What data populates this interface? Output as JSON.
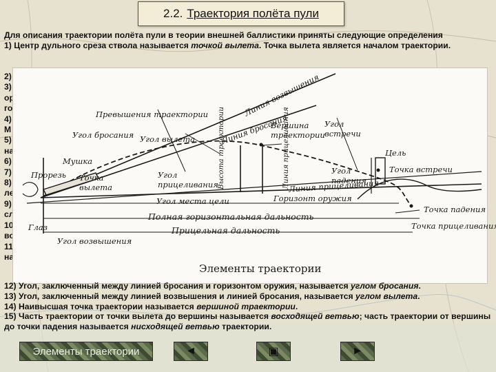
{
  "header": {
    "number": "2.2.",
    "title": "Траектория полёта пули"
  },
  "intro": {
    "line1": "Для описания траектории полёта пули в теории внешней баллистики приняты следующие определения",
    "item1_a": "1) Центр дульного среза ствола называется ",
    "item1_term": "точкой вылета",
    "item1_b": ". Точка вылета является началом траектории."
  },
  "hidden_items": [
    "2)",
    "3)",
    "ор",
    "го",
    "4)",
    "М",
    "5)",
    "на",
    "6)",
    "7)",
    "8)",
    "ле",
    "9)",
    "сл",
    "10",
    "во",
    "11",
    "на"
  ],
  "figure": {
    "caption": "Элементы траектории",
    "labels": {
      "elevation_line": "Линия возвышения",
      "throw_line": "Линия бросания",
      "trajectory_excess": "Превышения траектории",
      "throw_angle": "Угол бросания",
      "departure_angle": "Угол вылета",
      "apex": "Вершина траектории",
      "meeting_angle": "Угол встречи",
      "target": "Цель",
      "meeting_point": "Точка встречи",
      "front_sight": "Мушка",
      "rear_notch": "Прорезь",
      "departure_point": "Точка вылета",
      "aim_angle": "Угол прицеливания",
      "trajectory_height": "Высота траектории",
      "aim_line_v": "Линия прицеливания",
      "fall_angle": "Угол падения",
      "aim_line": "Линия прицеливания",
      "weapon_horizon": "Горизонт оружия",
      "target_place_angle": "Угол места цели",
      "fall_point": "Точка падения",
      "aim_point": "Точка прицеливания",
      "full_horizontal": "Полная горизонтальная дальность",
      "aim_range": "Прицельная дальность",
      "elevation_angle": "Угол возвышения",
      "eye": "Глаз"
    }
  },
  "bottom": {
    "item12_a": "12) Угол, заключенный между линией бросания и горизонтом оружия, называется ",
    "item12_term": "углом бросания",
    "item12_b": ".",
    "item13_a": "13) Угол, заключенный между линией возвышения и линией бросания, называется ",
    "item13_term": "углом вылета",
    "item13_b": ".",
    "item14_a": "14) Наивысшая точка траектории называется ",
    "item14_term": "вершиной траектории",
    "item14_b": ".",
    "item15_a": "15) Часть траектории от точки вылета до вершины называется ",
    "item15_term1": "восходящей ветвью",
    "item15_b": "; часть траектории от вершины до точки падения называется ",
    "item15_term2": "нисходящей ветвью",
    "item15_c": " траектории."
  },
  "nav": {
    "main_label": "Элементы траектории",
    "prev_symbol": "◄",
    "home_symbol": "▣",
    "next_symbol": "►"
  }
}
